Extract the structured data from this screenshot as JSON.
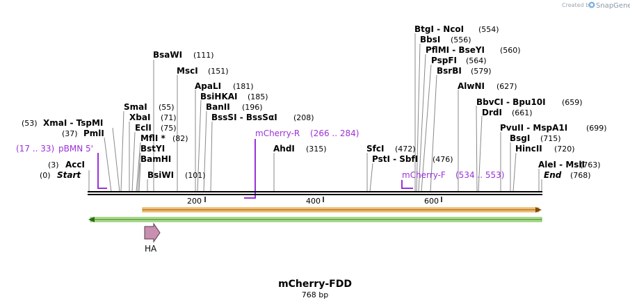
{
  "header": {
    "credit_prefix": "Created by",
    "credit_brand": "SnapGene"
  },
  "map": {
    "name": "mCherry-FDD",
    "length_label": "768 bp",
    "length_bp": 768,
    "ticks": [
      "200",
      "400",
      "600"
    ],
    "tick_values": [
      200,
      400,
      600
    ],
    "colors": {
      "primer": "#9b30d9",
      "backbone": "#000000",
      "orange_feature": "#e8a032",
      "orange_fill": "#f7c780",
      "green_feature": "#6fc04a",
      "green_fill": "#b8e39a",
      "ha_fill": "#c78fb0",
      "leader": "#888888"
    }
  },
  "sites": [
    {
      "label_left": "(3)",
      "name": "AccI",
      "pos": "",
      "bp": 3
    },
    {
      "label_left": "(0)",
      "name": "Start",
      "pos": "",
      "bp": 0,
      "italic": true
    },
    {
      "label_left": "(53)",
      "name": "XmaI - TspMI",
      "pos": "",
      "bp": 53
    },
    {
      "label_left": "(37)",
      "name": "PmlI",
      "pos": "",
      "bp": 37
    },
    {
      "name": "BsaWI",
      "pos": "(111)",
      "bp": 111
    },
    {
      "name": "MscI",
      "pos": "(151)",
      "bp": 151
    },
    {
      "name": "ApaLI",
      "pos": "(181)",
      "bp": 181
    },
    {
      "name": "BsiHKAI",
      "pos": "(185)",
      "bp": 185
    },
    {
      "name": "BanII",
      "pos": "(196)",
      "bp": 196
    },
    {
      "name": "BssSI - BssSαI",
      "pos": "(208)",
      "bp": 208
    },
    {
      "name": "SmaI",
      "pos": "(55)",
      "bp": 55
    },
    {
      "name": "XbaI",
      "pos": "(71)",
      "bp": 71
    },
    {
      "name": "EclI",
      "pos": "(75)",
      "bp": 75
    },
    {
      "name": "MflI *",
      "pos": "(82)",
      "bp": 82
    },
    {
      "name": "BstYI",
      "pos": "",
      "bp": 82
    },
    {
      "name": "BamHI",
      "pos": "",
      "bp": 82
    },
    {
      "name": "BsiWI",
      "pos": "(101)",
      "bp": 101
    },
    {
      "name": "AhdI",
      "pos": "(315)",
      "bp": 315
    },
    {
      "name": "SfcI",
      "pos": "(472)",
      "bp": 472
    },
    {
      "name": "PstI - SbfI",
      "pos": "(476)",
      "bp": 476
    },
    {
      "name": "BtgI - NcoI",
      "pos": "(554)",
      "bp": 554
    },
    {
      "name": "BbsI",
      "pos": "(556)",
      "bp": 556
    },
    {
      "name": "PflMI - BseYI",
      "pos": "(560)",
      "bp": 560
    },
    {
      "name": "PspFI",
      "pos": "(564)",
      "bp": 564
    },
    {
      "name": "BsrBI",
      "pos": "(579)",
      "bp": 579
    },
    {
      "name": "AlwNI",
      "pos": "(627)",
      "bp": 627
    },
    {
      "name": "BbvCI - Bpu10I",
      "pos": "(659)",
      "bp": 659
    },
    {
      "name": "DrdI",
      "pos": "(661)",
      "bp": 661
    },
    {
      "name": "PvuII - MspA1I",
      "pos": "(699)",
      "bp": 699
    },
    {
      "name": "BsgI",
      "pos": "(715)",
      "bp": 715
    },
    {
      "name": "HincII",
      "pos": "(720)",
      "bp": 720
    },
    {
      "name": "AleI - MslI",
      "pos": "(763)",
      "bp": 763
    },
    {
      "name": "End",
      "pos": "(768)",
      "bp": 768,
      "italic": true
    }
  ],
  "primers": [
    {
      "name": "pBMN 5'",
      "range": "(17 .. 33)",
      "start": 17,
      "end": 33
    },
    {
      "name": "mCherry-R",
      "range": "(266 .. 284)",
      "start": 266,
      "end": 284
    },
    {
      "name": "mCherry-F",
      "range": "(534 .. 553)",
      "start": 534,
      "end": 553
    }
  ],
  "features": [
    {
      "name": "HA",
      "start": 95,
      "end": 120
    }
  ]
}
